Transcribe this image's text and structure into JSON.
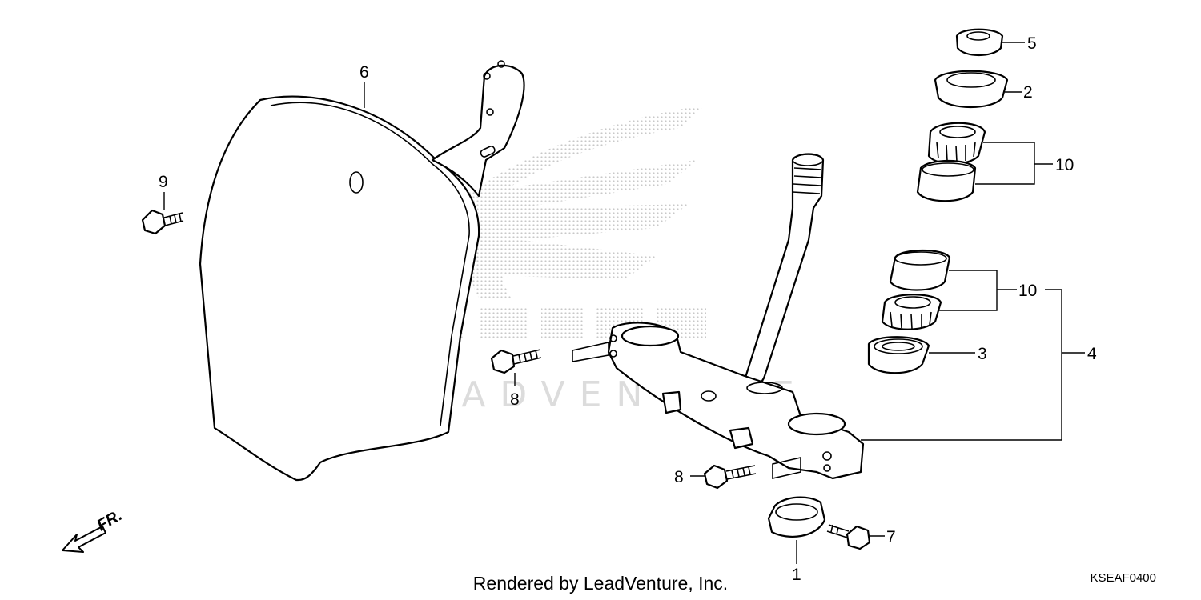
{
  "callouts": [
    "1",
    "2",
    "3",
    "4",
    "5",
    "6",
    "7",
    "8",
    "8",
    "9",
    "10",
    "10"
  ],
  "direction_label": "FR.",
  "watermark": {
    "brand": "HONDA",
    "text": "LEADVENTURE"
  },
  "footer": {
    "credit": "Rendered by LeadVenture, Inc.",
    "code": "KSEAF0400"
  },
  "colors": {
    "ink": "#000000",
    "watermark": "#dcdcdc",
    "background": "#ffffff"
  }
}
